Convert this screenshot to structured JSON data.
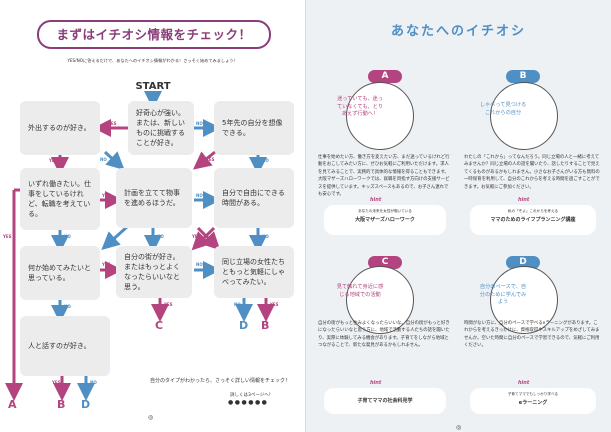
{
  "left": {
    "title": "まずはイチオシ情報をチェック！",
    "intro": "YES/NOに答えるだけで、あなたへのイチオシ情報がわかる！さっそく始めてみましょう！",
    "start": "START",
    "boxes": {
      "b1": "外出するのが好き。",
      "b2": "好奇心が強い。または、新しいものに挑戦することが好き。",
      "b3": "5年先の自分を想像できる。",
      "b4": "いずれ働きたい。仕事をしているけれど、転職を考えている。",
      "b5": "計画を立てて物事を進めるほうだ。",
      "b6": "自分で自由にできる時間がある。",
      "b7": "何か始めてみたいと思っている。",
      "b8": "自分の街が好き。またはもっとよくなったらいいなと思う。",
      "b9": "同じ立場の女性たちともっと気軽にしゃべってみたい。",
      "b10": "人と話すのが好き。"
    },
    "yes": "YES",
    "no": "NO",
    "ends": [
      "A",
      "B",
      "D",
      "C",
      "D",
      "B"
    ],
    "bottom_text": "自分のタイプがわかったら、さっそく詳しい情報をチェック！",
    "small_text": "詳しくは3ページへ！",
    "dots": "●●●●●●",
    "page_num": "◎"
  },
  "right": {
    "title": "あなたへのイチオシ",
    "page_num": "◎",
    "sections": [
      {
        "letter": "A",
        "bubble": "迷っていても、迷っていなくても、とりあえず行動へ！",
        "para": "仕事を始めたい方、働き方を変えたい方、まだ迷っているけれど行動をおこしてみたい方に、ぜひお気軽にご利用いただけます。求人を見てみることで、実務的で具体的な情報を得ることもできます。大阪マザーズハローワークでは、就職を目指す方向けの支援サービスを提供しています。キッズスペースもあるので、お子さん連れでも安心です。",
        "hint": "hint",
        "card_sub": "あなたの未来を女性が働いている",
        "card_main": "大阪マザーズハローワーク"
      },
      {
        "letter": "B",
        "bubble": "しゃべって見つけるこれからの自分",
        "para": "わたしの「これから」ってなんだろう。同じ立場の人と一緒に考えてみませんか？同じ立場の人の話を聞いたり、話したりすることで見えてくるものがあるかもしれません。小さなお子さんがいる方も無料の一時保育を利用して、自分のこれからを考える時間を過ごすことができます。お気軽にご参加ください。",
        "hint": "hint",
        "card_sub": "私の「ぞよ」これからを考える",
        "card_main": "ママのためのライフプランニング講座"
      },
      {
        "letter": "C",
        "bubble": "見て触れて身近に感じる地域での活動",
        "para": "自分の街がもっと住みよくなったらいいな。自分の街がもっと好きになったらいいなと思う方に、地域で活動する人たちの話を聞いたり、実際に体験してみる機会があります。子育てをしながら地域とつながることで、新たな発見があるかもしれません。",
        "hint": "hint",
        "card_main": "子育てママの社会科見学"
      },
      {
        "letter": "D",
        "bubble": "自分のペースで、自分のために学んでみよう",
        "para": "時間がない方に、自分のペースで学べるeラーニングがあります。これからを考えるきっかけに、資格取得やスキルアップをめざしてみませんか。空いた時間に自分のペースで学習できるので、気軽にご利用ください。",
        "hint": "hint",
        "card_sub": "子育てママでもしっかり学べる",
        "card_main": "eラーニング"
      }
    ]
  },
  "colors": {
    "pink": "#b3447f",
    "blue": "#4f8fc4",
    "purple": "#8a3d7a"
  }
}
